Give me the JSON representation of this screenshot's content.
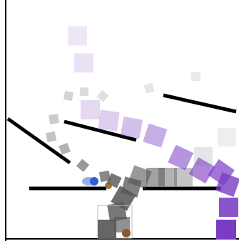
{
  "scene": {
    "description_kind": "physics-sandbox",
    "colors": {
      "background": "#ffffff",
      "walls": "#000000",
      "platforms": "#000000",
      "gray_blocks": "#555555",
      "purple_blocks": "#7a3cc4",
      "blue_ball": "#2f5fd6",
      "brown_ball": "#8a5a2b"
    },
    "objects": {
      "left_wall": "wall",
      "floor": "wall",
      "platforms": [
        "ramp-left",
        "ledge-mid",
        "ledge-upper-right",
        "floor-shelf-left",
        "floor-shelf-right"
      ],
      "balls": [
        "blue-ball",
        "brown-ball-upper",
        "brown-ball-lower"
      ],
      "containers": [
        "glass-bin"
      ]
    }
  }
}
